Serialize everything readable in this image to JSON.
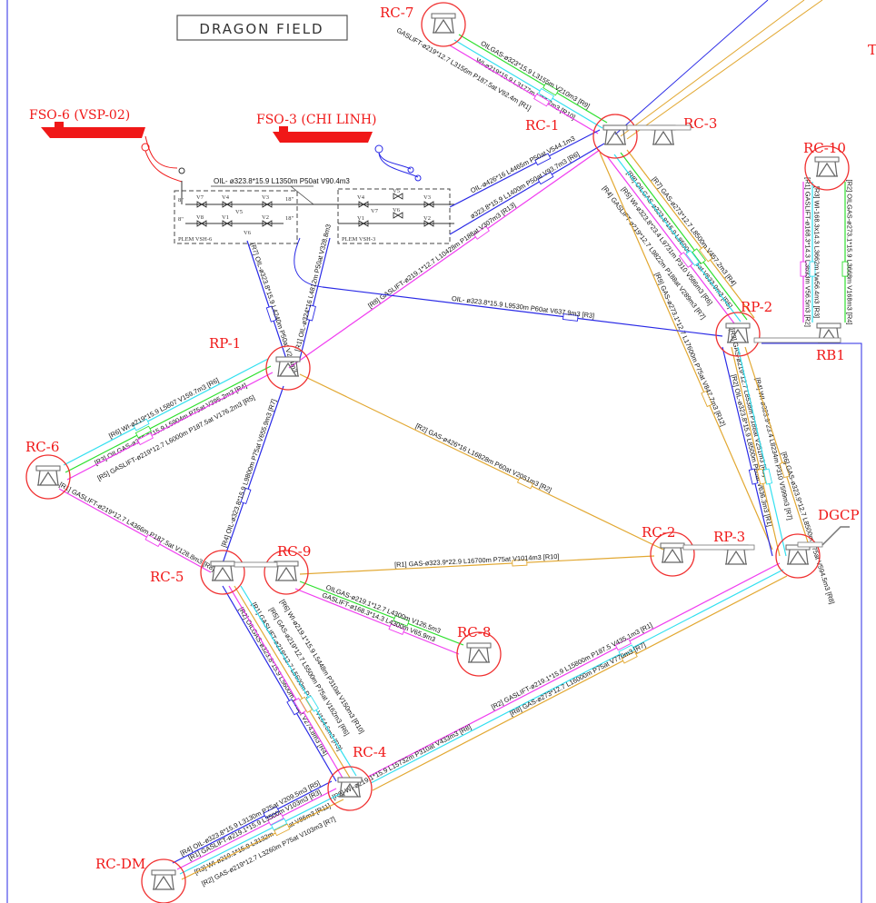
{
  "title": "DRAGON FIELD",
  "colors": {
    "oil": "#2a2ae6",
    "gas": "#e2a832",
    "gaslift": "#f03cf0",
    "wi": "#33e0f0",
    "oilgas": "#2ee02e",
    "node": "#f03030"
  },
  "ships": [
    {
      "label": "FSO-6  (VSP-02)"
    },
    {
      "label": "FSO-3  (CHI  LINH)"
    }
  ],
  "plems": [
    {
      "label": "PLEM VSH-6",
      "valves": [
        "V7",
        "V4",
        "V3",
        "V8",
        "V1",
        "V2",
        "V5",
        "V6"
      ],
      "size_marks": [
        "8\"",
        "8\"",
        "18\"",
        "18\""
      ]
    },
    {
      "label": "PLEM VSH-3",
      "valves": [
        "V4",
        "V5",
        "V3",
        "V7",
        "V1",
        "V6",
        "V2"
      ]
    }
  ],
  "plem_link_label": "OIL-  ø323.8*15.9  L1350m  P50at  V90.4m3",
  "nodes": [
    {
      "label": "RC-7"
    },
    {
      "label": "RC-1"
    },
    {
      "label": "RC-3"
    },
    {
      "label": "RC-10"
    },
    {
      "label": "RP-2"
    },
    {
      "label": "RB1"
    },
    {
      "label": "RP-1"
    },
    {
      "label": "RC-6"
    },
    {
      "label": "RC-5"
    },
    {
      "label": "RC-9"
    },
    {
      "label": "RC-2"
    },
    {
      "label": "RP-3"
    },
    {
      "label": "DGCP"
    },
    {
      "label": "RC-8"
    },
    {
      "label": "RC-4"
    },
    {
      "label": "RC-DM"
    },
    {
      "label": "T"
    }
  ],
  "pipes": [
    {
      "type": "oilgas",
      "label": "OILGAS-ø323*15.9  L3155m  V210m3  [R9]"
    },
    {
      "type": "wi",
      "label": "WI-ø219*15.9  L3177m  V85.7m3  [R10]"
    },
    {
      "type": "gaslift",
      "label": "GASLIFT-ø219*12.7  L3156m  P187.5at  V92.4m  [R1]"
    },
    {
      "type": "oil",
      "label": "OIL-ø426*16  L4465m  P50at  V544.1m3"
    },
    {
      "type": "oil",
      "label": "ø323.8*15.9  L1400m  P50at  V93.7m3  [R6]"
    },
    {
      "type": "gaslift",
      "label": "[R8]  GASLIFT-ø219.1*12.7  L10428m  P188at  V307m3  [R13]"
    },
    {
      "type": "gas",
      "label": "[R7]  GAS-ø273*12.7  L8500m  V457.2m3  [R4]"
    },
    {
      "type": "oilgas",
      "label": "[R8]  OILGAS-ø323.8*15.9  L8500m  P75at  V633.9m3  [R5]"
    },
    {
      "type": "wi",
      "label": "[R5]  WI-ø323.8*23.4  L9731m  P310  V586m3  [R6]"
    },
    {
      "type": "gaslift",
      "label": "[R4]  GASLIFT-ø219*12.7  L9822m  P188at  V289m3  [R7]"
    },
    {
      "type": "gas",
      "label": "[R9]  GAS-ø273.1*12.7  L17600m  P75at  V847.7m3  [R12]"
    },
    {
      "type": "oil",
      "label": "[R2]  OIL-ø323.8*15.9  L8500m  P60at  V636.3m3  [R1]"
    },
    {
      "type": "gas",
      "label": "[R3]  GAS-ø219*12.7  L8538m  P188at  V251m3  [R9]"
    },
    {
      "type": "wi",
      "label": "[R4]  WI-ø323.9*23.4  L8234m  P310  V599m3  [R7]"
    },
    {
      "type": "gas",
      "label": "[R6]  GAS-ø323.9*12.7  L8500m  P75at  V594.5m3  [R8]"
    },
    {
      "type": "gaslift",
      "label": "[R1]  GASLIFT-ø168.3*14.3  L3693m  V56.5m3  [R2]"
    },
    {
      "type": "wi",
      "label": "[R3]  WI-168.3x14.3  L3662m  Vw56.4m3  [R3]"
    },
    {
      "type": "oilgas",
      "label": "[R2]  OILGAS-ø273.1*15.9  L3668m  V168m3  [R4]"
    },
    {
      "type": "oil",
      "label": "[R7]  OIL-ø323.8*15.9  L4240m  P50at  V284m3"
    },
    {
      "type": "oil",
      "label": "[R1]  OIL-ø324*16  L4812m  P50at  V328.8m3"
    },
    {
      "type": "oil",
      "label": "OIL-  ø323.8*15.9  L9530m  P60at  V637.9m3  [R3]"
    },
    {
      "type": "gas",
      "label": "[R2]  GAS-ø426*16  L16828m  P60at  V2051m3  [R2]"
    },
    {
      "type": "gas",
      "label": "[R1]  GAS-ø323.9*22.9  L16700m  P75at  V1014m3  [R10]"
    },
    {
      "type": "wi",
      "label": "[R6]  WI-ø219*15.9  L5807  V159.7m3  [R6]"
    },
    {
      "type": "oilgas",
      "label": "[R3]  OILGAS-ø323.8*15.9  L5904m  P75at  V395.2m3  [R4]"
    },
    {
      "type": "gaslift",
      "label": "[R5]  GASLIFT-ø219*12.7  L6000m  P187.5at  V176.2m3  [R5]"
    },
    {
      "type": "oil",
      "label": "[R4]  OIL-ø323.8*15.9  L9800m  P75at  V655.9m3  [R7]"
    },
    {
      "type": "gaslift",
      "label": "[R1]  GASLIFT-ø219*12.7  L4366m  P187.5at  V128.8m3  [R8]"
    },
    {
      "type": "oilgas",
      "label": "OILGAS-ø219.1*12.7  L4300m  V126.5m3"
    },
    {
      "type": "gaslift",
      "label": "GASLIFT-ø168.3*14.3  L4300m  V65.9m3"
    },
    {
      "type": "oil",
      "label": "[R2]  OILGAS-ø323.8*15.9  L5600m  P75at  V274.8m3  [R4]"
    },
    {
      "type": "gaslift",
      "label": "[R1]  GASLIFT-ø219*12.7  L5600m  P187.5  V164.6m3  [R3]"
    },
    {
      "type": "gas",
      "label": "[R5]  GAS-ø219*12.7  L5500m  P75at  V162m3  [R6]"
    },
    {
      "type": "wi",
      "label": "[R6]  WI-ø219.1*15.9  L5448m  P310at  V150m3  [R10]"
    },
    {
      "type": "gaslift",
      "label": "[R2]  GASLIFT-ø219.1*15.9  L15800m  P187.5  V435.1m3  [R1]"
    },
    {
      "type": "wi",
      "label": "[R9]  WI-ø219.1*15.9  L15732m  P310at  V433m3  [R8]"
    },
    {
      "type": "gas",
      "label": "[R8]  GAS-ø273*12.7  L16000m  P75at  V770m3  [R7]"
    },
    {
      "type": "oil",
      "label": "[R4]  OIL-ø323.8*15.9  L3130m  P75at  V209.5m3  [R5]"
    },
    {
      "type": "gaslift",
      "label": "[R1]  GASLIFT-ø219.1*15.9  L3500m  V103m3  [R3]"
    },
    {
      "type": "wi",
      "label": "[R3]  WI-ø219.1*15.9  L3132m  P310at  V86m3  [R11]"
    },
    {
      "type": "gas",
      "label": "[R2]  GAS-ø219*12.7  L3260m  P75at  V103m3  [R7]"
    }
  ]
}
